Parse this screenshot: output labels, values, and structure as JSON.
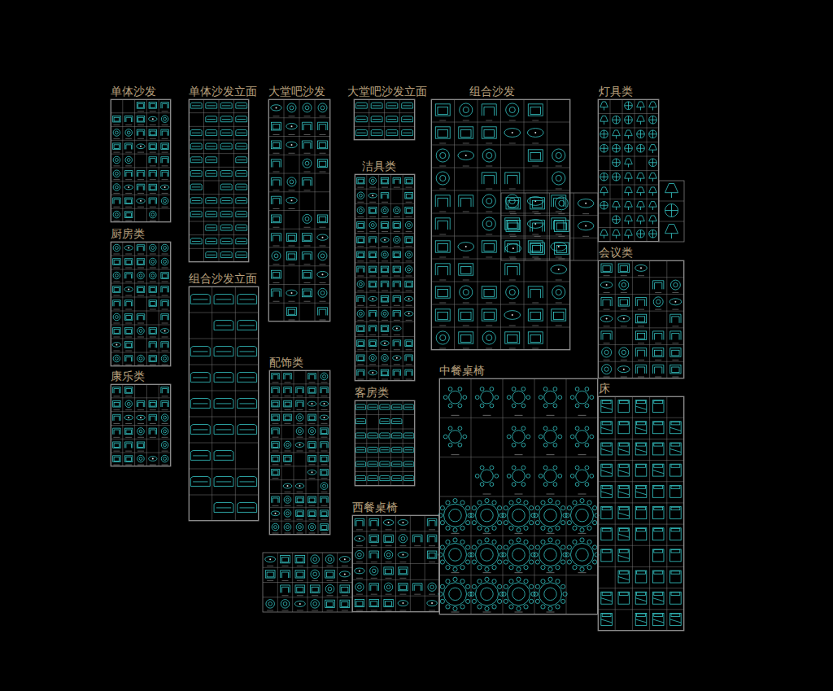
{
  "diagram": {
    "nodes": [
      {
        "text": [
          "单体沙发"
        ]
      },
      {
        "text": [
          "单体沙发立面"
        ]
      },
      {
        "text": [
          "大堂吧沙发"
        ]
      },
      {
        "text": [
          "大堂吧沙发立面"
        ]
      },
      {
        "text": [
          "组合沙发"
        ]
      },
      {
        "text": [
          "灯具类"
        ]
      },
      {
        "text": [
          "洁具类"
        ]
      },
      {
        "text": [
          "厨房类"
        ]
      },
      {
        "text": [
          "会议类"
        ]
      },
      {
        "text": [
          "组合沙发立面"
        ]
      },
      {
        "text": [
          "配饰类"
        ]
      },
      {
        "text": [
          "中餐桌椅"
        ]
      },
      {
        "text": [
          "康乐类"
        ]
      },
      {
        "text": [
          "床"
        ]
      },
      {
        "text": [
          "客房类"
        ]
      },
      {
        "text": [
          "西餐桌椅"
        ]
      }
    ]
  }
}
